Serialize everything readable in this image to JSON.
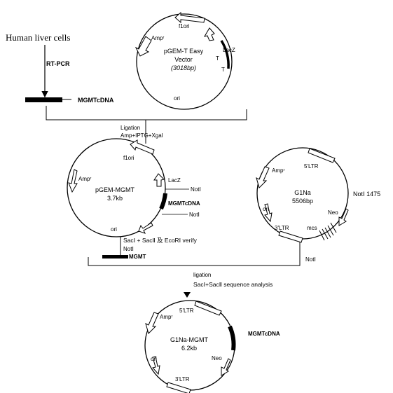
{
  "source": {
    "label": "Human liver cells"
  },
  "rt_pcr": {
    "label": "RT-PCR"
  },
  "cdna": {
    "label": "MGMTcDNA"
  },
  "ligation1": {
    "line1": "Ligation",
    "line2": "Amp+IPTG+Xgal"
  },
  "pgem_t": {
    "name": "pGEM-T Easy",
    "name2": "Vector",
    "size": "(3018bp)",
    "amp": "Ampʳ",
    "f1ori": "f1ori",
    "lacz": "LacZ",
    "t1": "T",
    "t2": "T",
    "ori": "ori"
  },
  "pgem_mgmt": {
    "name": "pGEM-MGMT",
    "size": "3.7kb",
    "amp": "Ampʳ",
    "f1ori": "f1ori",
    "lacz": "LacZ",
    "not1": "NotⅠ",
    "insert": "MGMTcDNA",
    "not2": "NotⅠ",
    "ori": "ori"
  },
  "g1na": {
    "name": "G1Na",
    "size": "5506bp",
    "amp": "Ampʳ",
    "ltr5": "5'LTR",
    "not_site": "NotⅠ 1475",
    "neo": "Neo",
    "ori": "ori",
    "ltr3": "3'LTR",
    "mcs": "mcs"
  },
  "digest1": {
    "line1": "SacⅠ + SacⅡ 及 EcoRⅠ verify",
    "line2": "NotⅠ",
    "fragment": "MGMT"
  },
  "digest2": {
    "label": "NotⅠ"
  },
  "ligation2": {
    "line1": "ligation",
    "line2": "SacⅠ+SacⅡ sequence analysis"
  },
  "g1na_mgmt": {
    "name": "G1Na-MGMT",
    "size": "6.2kb",
    "amp": "Ampʳ",
    "ltr5": "5'LTR",
    "insert": "MGMTcDNA",
    "neo": "Neo",
    "ori": "ori",
    "ltr3": "3'LTR"
  },
  "colors": {
    "ink": "#000000",
    "background": "#ffffff"
  }
}
